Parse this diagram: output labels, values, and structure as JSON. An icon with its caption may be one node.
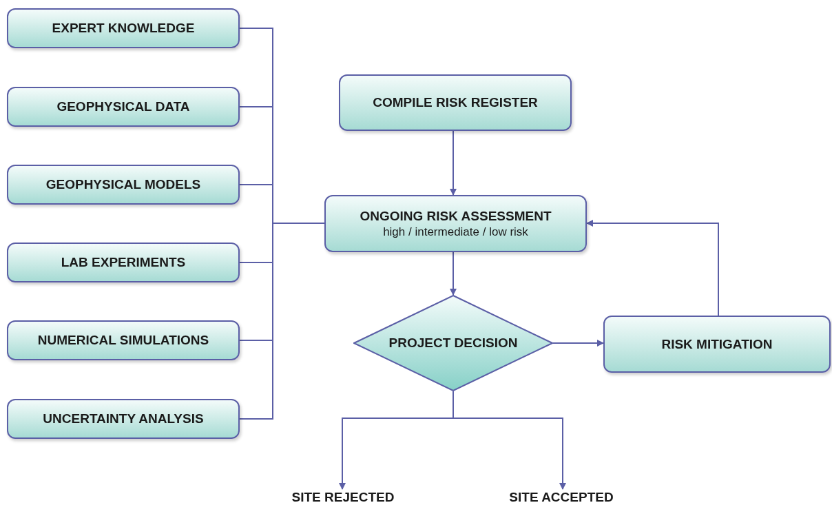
{
  "diagram": {
    "nodes": [
      {
        "text": [
          "EXPERT KNOWLEDGE"
        ]
      },
      {
        "text": [
          "GEOPHYSICAL DATA"
        ]
      },
      {
        "text": [
          "GEOPHYSICAL MODELS"
        ]
      },
      {
        "text": [
          "LAB EXPERIMENTS"
        ]
      },
      {
        "text": [
          "NUMERICAL SIMULATIONS"
        ]
      },
      {
        "text": [
          "UNCERTAINTY ANALYSIS"
        ]
      },
      {
        "text": [
          "COMPILE RISK REGISTER"
        ]
      },
      {
        "text": [
          "ONGOING RISK ASSESSMENT",
          "high / intermediate / low risk"
        ]
      },
      {
        "text": [
          "PROJECT DECISION"
        ]
      },
      {
        "text": [
          "RISK MITIGATION"
        ]
      },
      {
        "text": [
          "SITE REJECTED"
        ]
      },
      {
        "text": [
          "SITE ACCEPTED"
        ]
      }
    ],
    "edges": [
      {
        "from": 0,
        "to": 7,
        "arrow": "none"
      },
      {
        "from": 1,
        "to": 7,
        "arrow": "none"
      },
      {
        "from": 2,
        "to": 7,
        "arrow": "none"
      },
      {
        "from": 3,
        "to": 7,
        "arrow": "none"
      },
      {
        "from": 4,
        "to": 7,
        "arrow": "none"
      },
      {
        "from": 5,
        "to": 7,
        "arrow": "none"
      },
      {
        "from": 6,
        "to": 7,
        "arrow": "to"
      },
      {
        "from": 7,
        "to": 8,
        "arrow": "to"
      },
      {
        "from": 8,
        "to": 9,
        "arrow": "to"
      },
      {
        "from": 9,
        "to": 7,
        "arrow": "to"
      },
      {
        "from": 8,
        "to": 10,
        "arrow": "to"
      },
      {
        "from": 8,
        "to": 11,
        "arrow": "to"
      }
    ]
  }
}
